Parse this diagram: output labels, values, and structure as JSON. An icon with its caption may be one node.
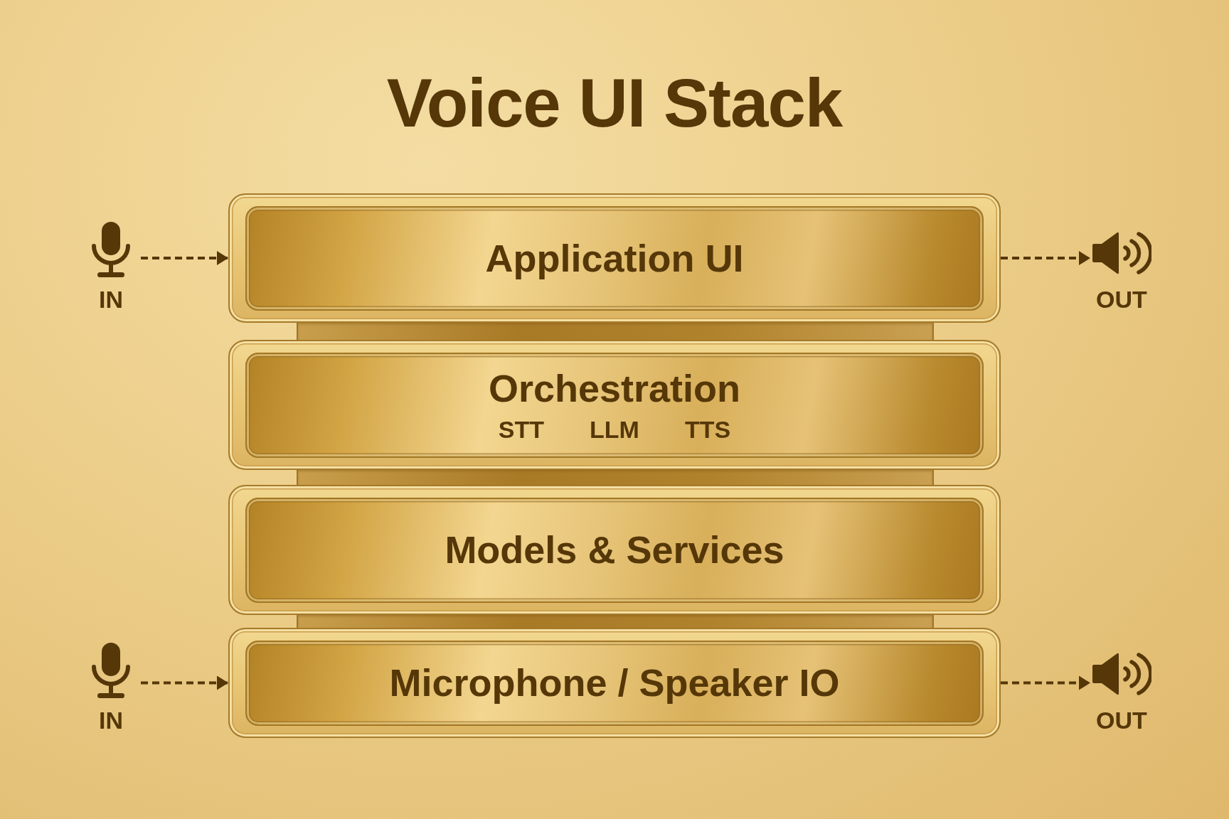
{
  "diagram": {
    "title": "Voice UI Stack",
    "nodes": [
      {
        "text": [],
        "shape": "picture",
        "beside": [
          "IN"
        ]
      },
      {
        "text": [
          "Application UI"
        ]
      },
      {
        "text": [],
        "shape": "picture",
        "beside": [
          "OUT"
        ]
      },
      {
        "text": [],
        "shape": "bar"
      },
      {
        "text": [
          "Orchestration",
          "STT",
          "LLM",
          "TTS"
        ]
      },
      {
        "text": [],
        "shape": "bar"
      },
      {
        "text": [
          "Models & Services"
        ]
      },
      {
        "text": [],
        "shape": "bar"
      },
      {
        "text": [],
        "shape": "picture",
        "beside": [
          "IN"
        ]
      },
      {
        "text": [
          "Microphone / Speaker IO"
        ]
      },
      {
        "text": [],
        "shape": "picture",
        "beside": [
          "OUT"
        ]
      }
    ],
    "edges": [
      {
        "from": 0,
        "to": 1,
        "arrow": "to",
        "style": "dashed"
      },
      {
        "from": 1,
        "to": 2,
        "arrow": "to",
        "style": "dashed"
      },
      {
        "from": 8,
        "to": 9,
        "arrow": "to",
        "style": "dashed"
      },
      {
        "from": 9,
        "to": 10,
        "arrow": "to",
        "style": "dashed"
      }
    ]
  }
}
